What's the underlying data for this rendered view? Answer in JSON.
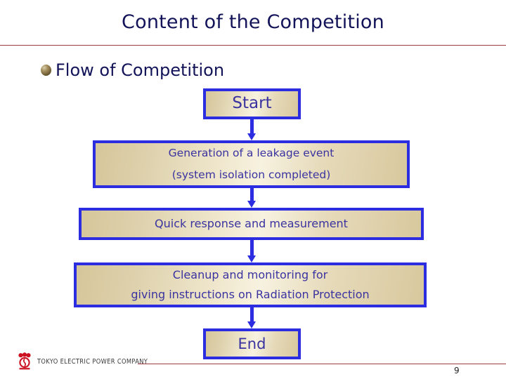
{
  "slide": {
    "title": "Content of the Competition",
    "page_number": "9"
  },
  "heading": {
    "bullet_icon": "sphere-bullet-icon",
    "text": "Flow of Competition"
  },
  "flowchart": {
    "nodes": [
      {
        "id": "start",
        "lines": [
          "Start"
        ]
      },
      {
        "id": "generation",
        "lines": [
          "Generation of a leakage event",
          "(system isolation completed)"
        ]
      },
      {
        "id": "quick-response",
        "lines": [
          "Quick response and measurement"
        ]
      },
      {
        "id": "cleanup",
        "lines": [
          "Cleanup and monitoring for",
          "giving instructions on Radiation Protection"
        ]
      },
      {
        "id": "end",
        "lines": [
          "End"
        ]
      }
    ],
    "connectors": [
      "down-arrow-icon",
      "down-arrow-icon",
      "down-arrow-icon",
      "down-arrow-icon"
    ],
    "colors": {
      "border": "#2c2ce0",
      "text": "#3a33a0",
      "fill_light": "#f7f2e0",
      "fill_dark": "#d6c69a"
    }
  },
  "footer": {
    "logo_mark": "tepco-logo-icon",
    "company": "TOKYO ELECTRIC POWER COMPANY",
    "brand_color": "#cc1122",
    "rule_color": "#9c3a42"
  }
}
